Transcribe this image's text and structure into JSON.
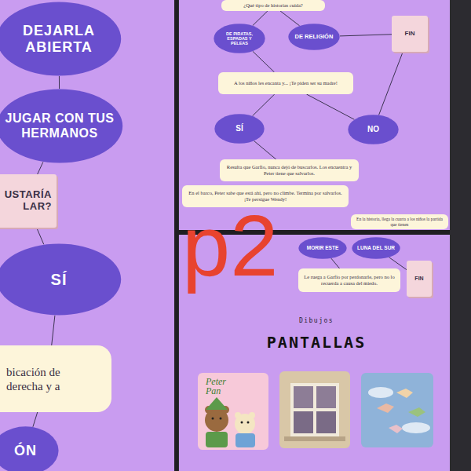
{
  "diagram": {
    "nodes": [
      {
        "text": [
          "DEJARLA ABIERTA"
        ]
      },
      {
        "text": [
          "JUGAR CON TUS HERMANOS"
        ]
      },
      {
        "text": [
          "USTARÍA LAR?"
        ]
      },
      {
        "text": [
          "SÍ"
        ]
      },
      {
        "text": [
          "bicación de derecha y a"
        ]
      },
      {
        "text": [
          "ÓN"
        ]
      },
      {
        "text": [
          "¿Qué tipo de historias cuida?"
        ]
      },
      {
        "text": [
          "DE PIRATAS, ESPADAS Y PELEAS"
        ]
      },
      {
        "text": [
          "DE RELIGIÓN"
        ]
      },
      {
        "text": [
          "FIN"
        ]
      },
      {
        "text": [
          "A los niños les encanta y... ¡Te piden ser su madre!"
        ]
      },
      {
        "text": [
          "SÍ"
        ]
      },
      {
        "text": [
          "NO"
        ]
      },
      {
        "text": [
          "Resulta que Garfio, nunca dejó de buscarlos. Los encuentra y Peter tiene que salvarlos."
        ]
      },
      {
        "text": [
          "En el barco, Peter sabe que está ahí, pero no climbe. Termina por salvarlos. ¡Te persigue Wendy!"
        ]
      },
      {
        "text": [
          "En la historia, llega la cuarta a los niños la partida que tienen"
        ]
      },
      {
        "text": [
          "MORIR ESTE"
        ]
      },
      {
        "text": [
          "LUNA DEL SUR"
        ]
      },
      {
        "text": [
          "FIN"
        ]
      },
      {
        "text": [
          "Le ruega a Garfio por perdonarle, pero no lo recuerda a causa del miedo."
        ]
      }
    ],
    "edges": [
      {
        "from": 0,
        "to": 1,
        "arrow": "none"
      },
      {
        "from": 1,
        "to": 2,
        "arrow": "none"
      },
      {
        "from": 2,
        "to": 3,
        "arrow": "none"
      },
      {
        "from": 3,
        "to": 4,
        "arrow": "none"
      },
      {
        "from": 4,
        "to": 5,
        "arrow": "none"
      },
      {
        "from": 6,
        "to": 7,
        "arrow": "none"
      },
      {
        "from": 6,
        "to": 8,
        "arrow": "none"
      },
      {
        "from": 8,
        "to": 9,
        "arrow": "none"
      },
      {
        "from": 7,
        "to": 10,
        "arrow": "none"
      },
      {
        "from": 10,
        "to": 11,
        "arrow": "none"
      },
      {
        "from": 10,
        "to": 12,
        "arrow": "none"
      },
      {
        "from": 12,
        "to": 9,
        "arrow": "none"
      },
      {
        "from": 11,
        "to": 13,
        "arrow": "none"
      },
      {
        "from": 17,
        "to": 18,
        "arrow": "none"
      },
      {
        "from": 16,
        "to": 19,
        "arrow": "none"
      }
    ],
    "labels": [
      "p2",
      "Dibujos",
      "PANTALLAS",
      "Peter Pan"
    ]
  }
}
